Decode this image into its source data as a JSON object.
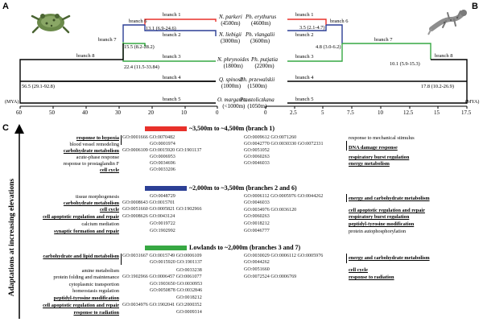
{
  "panels": {
    "a": "A",
    "b": "B",
    "c": "C"
  },
  "axis_label": "(MYA)",
  "left_ticks": [
    "60",
    "50",
    "40",
    "30",
    "20",
    "10",
    "0"
  ],
  "right_ticks": [
    "0",
    "2.5",
    "5",
    "7.5",
    "10",
    "12.5",
    "15",
    "17.5"
  ],
  "left_tree": {
    "taxa": [
      {
        "name": "N. parkeri",
        "elev": "(4500m)"
      },
      {
        "name": "N. liebigii",
        "elev": "(3000m)"
      },
      {
        "name": "N. phrynoides",
        "elev": "(1800m)"
      },
      {
        "name": "Q. spinosa",
        "elev": "(1000m)"
      },
      {
        "name": "O. margaretae",
        "elev": "(<1000m)"
      }
    ],
    "branches": [
      "branch 1",
      "branch 6",
      "branch 2",
      "branch 7",
      "branch 3",
      "branch 8",
      "branch 4",
      "branch 5"
    ],
    "node_ages": [
      "13.1 (6.9-24.6)",
      "15.5 (8.2-28.2)",
      "22.4 (11.5-33.84)",
      "56.5 (29.1-92.8)"
    ]
  },
  "right_tree": {
    "taxa": [
      {
        "name": "Ph. erythurus",
        "elev": "(4600m)"
      },
      {
        "name": "Ph. vlangalii",
        "elev": "(3600m)"
      },
      {
        "name": "Ph. putjatia",
        "elev": "(2200m)"
      },
      {
        "name": "Ph. przewalskii",
        "elev": "(1500m)"
      },
      {
        "name": "Pa. stoliczkana",
        "elev": "(1050m)"
      }
    ],
    "branches": [
      "branch 1",
      "branch 6",
      "branch 2",
      "branch 7",
      "branch 3",
      "branch 8",
      "branch 4",
      "branch 5"
    ],
    "node_ages": [
      "3.5 (2.1-4.7)",
      "4.8 (3.0-6.2)",
      "10.1 (5.9-15.3)",
      "17.8 (10.2-26.9)"
    ]
  },
  "vertical_label": "Adaptations at increasing elevations",
  "colors": {
    "red": "#e8302a",
    "blue": "#2c3f95",
    "green": "#37a843"
  },
  "sections": [
    {
      "header": "~3,500m to ~4,500m (branch 1)",
      "left_terms": [
        {
          "t": "response to hypoxia",
          "b": true
        },
        {
          "t": "blood vessel remodeling",
          "b": false
        },
        {
          "t": "carbohydrate metabolism",
          "b": true
        },
        {
          "t": "acute-phase response",
          "b": false
        },
        {
          "t": "response to prostaglandin F",
          "b": false
        },
        {
          "t": "cell cycle",
          "b": true
        }
      ],
      "left_go": [
        "GO:0001666 GO:0070482",
        "GO:0001974",
        "GO:0006109 GO:0015920 GO:1901137",
        "GO:0006953",
        "GO:0034696",
        "GO:0033206"
      ],
      "right_go": [
        "GO:0009612 GO:0071260",
        "GO:0042770 GO:0030330 GO:0072331",
        "GO:0051052",
        "GO:0060263",
        "GO:0046033"
      ],
      "right_terms": [
        {
          "t": "response to mechanical stimulus",
          "b": false
        },
        {
          "t": "DNA damage response",
          "b": true
        },
        {
          "t": "respiratory burst regulation",
          "b": true
        },
        {
          "t": "energy metabolism",
          "b": true
        }
      ]
    },
    {
      "header": "~2,000m to ~3,500m (branches 2 and 6)",
      "left_terms": [
        {
          "t": "tissue morphogenesis",
          "b": false
        },
        {
          "t": "carbohydrate metabolism",
          "b": true
        },
        {
          "t": "cell cycle",
          "b": true
        },
        {
          "t": "cell apoptotic regulation and repair",
          "b": true
        },
        {
          "t": "calcium mediation",
          "b": false
        },
        {
          "t": "synaptic formation and repair",
          "b": true
        }
      ],
      "left_go": [
        "GO:0048729",
        "GO:0008643 GO:0015701",
        "GO:0051660 GO:0005821 GO:1902966",
        "GO:0008626 GO:0043124",
        "GO:0019722",
        "GO:1902992"
      ],
      "right_go": [
        "GO:0006112 GO:0005976 GO:0044262",
        "GO:0046033",
        "GO:0034976 GO:0036120",
        "GO:0060263",
        "GO:0018212",
        "GO:0046777"
      ],
      "right_terms": [
        {
          "t": "energy and carbohydrate metabolism",
          "b": true
        },
        {
          "t": "cell apoptotic regulation and repair",
          "b": true
        },
        {
          "t": "respiratory burst regulation",
          "b": true
        },
        {
          "t": "peptidyl-tyrosine modification",
          "b": true
        },
        {
          "t": "protein autophosphorylation",
          "b": false
        }
      ]
    },
    {
      "header": "Lowlands to ~2,000m (branches 3 and 7)",
      "left_terms": [
        {
          "t": "carbohydrate and lipid metabolism",
          "b": true
        },
        {
          "t": "amine metabolism",
          "b": false
        },
        {
          "t": "protein folding and maintenance",
          "b": false
        },
        {
          "t": "cytoplasmic transportion",
          "b": false
        },
        {
          "t": "homeostasis regulation",
          "b": false
        },
        {
          "t": "peptidyl-tyrosine modification",
          "b": true
        },
        {
          "t": "cell apoptotic regulation and repair",
          "b": true
        },
        {
          "t": "response to radiation",
          "b": true
        }
      ],
      "left_go": [
        "GO:0031667 GO:0015749 GO:0006109",
        "GO:0015920 GO:1901137",
        "GO:0033238",
        "GO:1902966 GO:0006457 GO:0061077",
        "GO:1903650 GO:0030953",
        "GO:0050878 GO:0032846",
        "GO:0018212",
        "GO:0034976 GO:1902041 GO:2000352",
        "GO:0009314"
      ],
      "right_go": [
        "GO:0030029 GO:0006112 GO:0005976",
        "GO:0044262",
        "GO:0051660",
        "GO:0072524 GO:0006769"
      ],
      "right_terms": [
        {
          "t": "energy and carbohydrate metabolism",
          "b": true
        },
        {
          "t": "cell cycle",
          "b": true
        },
        {
          "t": "response to radiation",
          "b": true
        }
      ]
    }
  ]
}
